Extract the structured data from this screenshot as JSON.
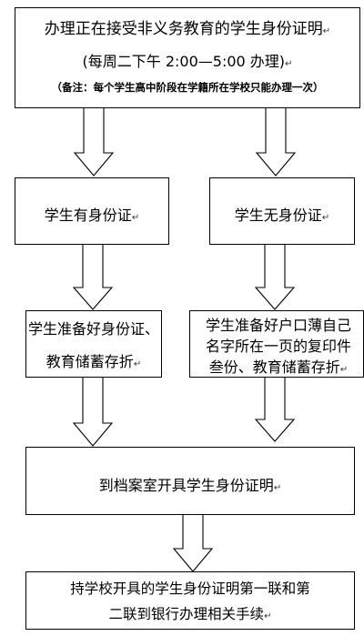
{
  "paragraph_mark": "↵",
  "header_box": {
    "line1": "办理正在接受非义务教育的学生身份证明",
    "line2": "(每周二下午 2:00—5:00 办理)",
    "line3": "（备注：每个学生高中阶段在学籍所在学校只能办理一次）"
  },
  "branch_left": {
    "label": "学生有身份证"
  },
  "branch_right": {
    "label": "学生无身份证"
  },
  "prep_left": {
    "line1": "学生准备好身份证、",
    "line2": "教育储蓄存折"
  },
  "prep_right": {
    "line1": "学生准备好户口薄自己",
    "line2": "名字所在一页的复印件",
    "line3": "叁份、教育储蓄存折"
  },
  "archive_box": {
    "label": "到档案室开具学生身份证明"
  },
  "final_box": {
    "line1": "持学校开具的学生身份证明第一联和第",
    "line2": "二联到银行办理相关手续"
  }
}
